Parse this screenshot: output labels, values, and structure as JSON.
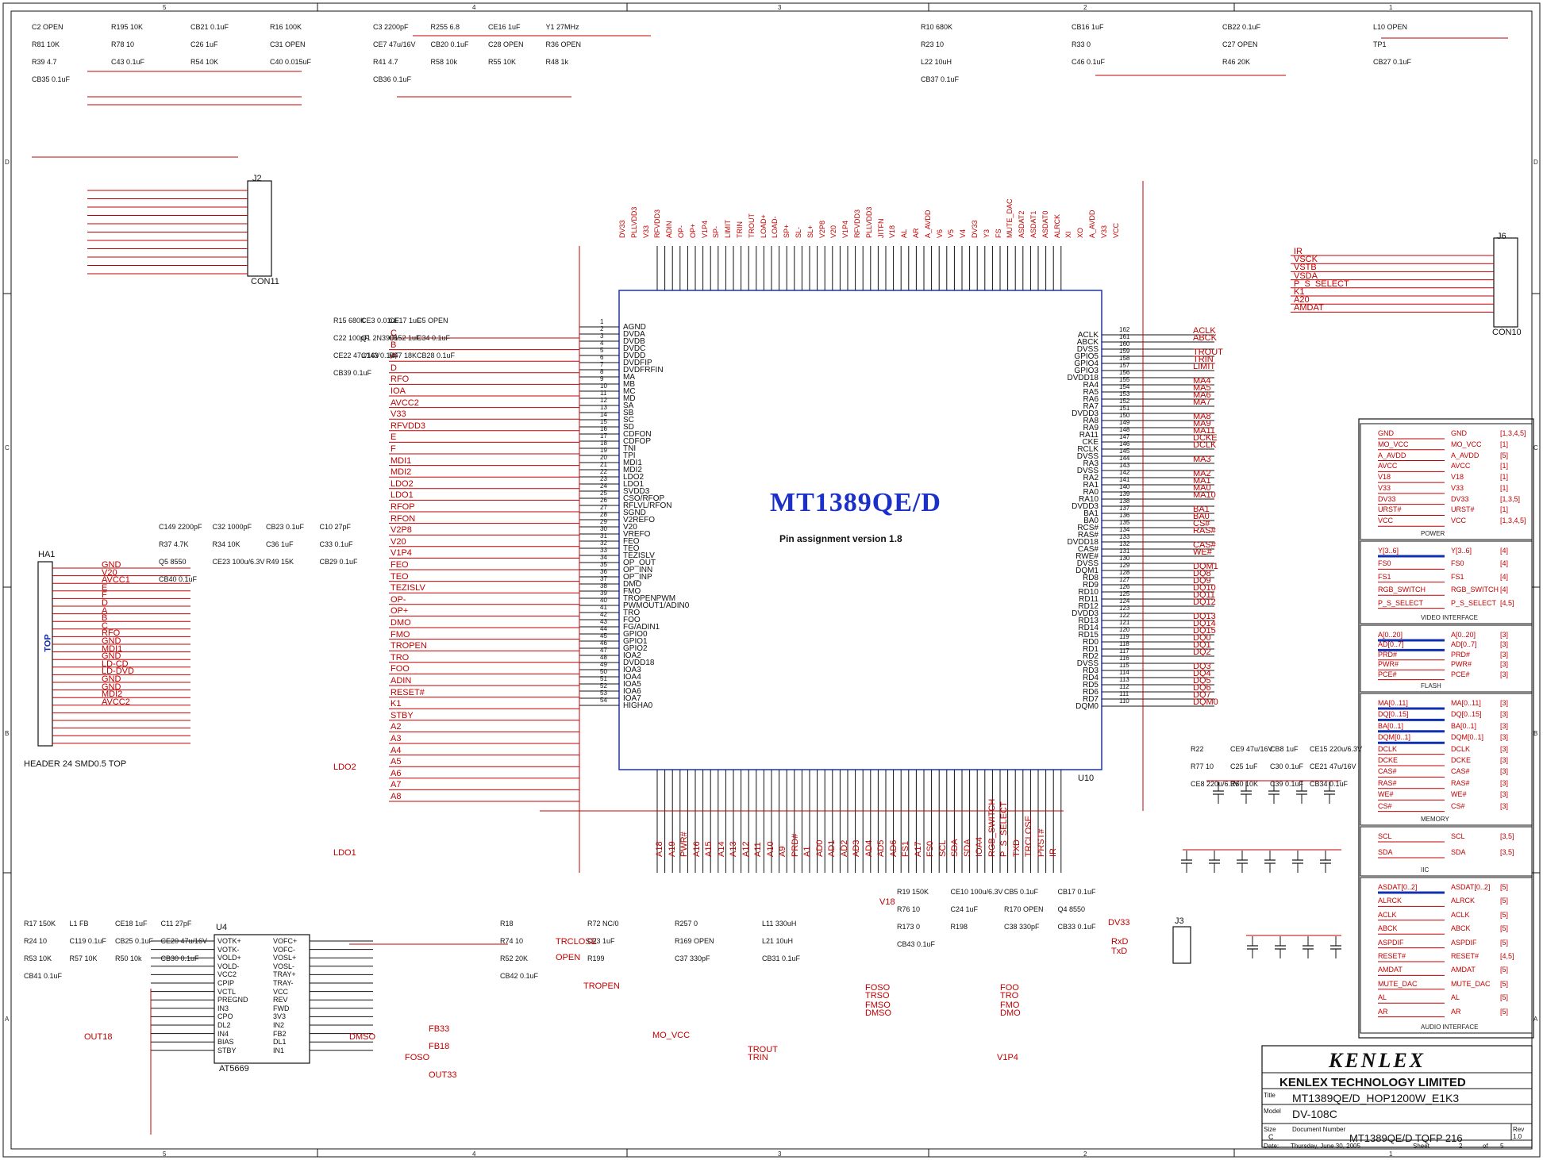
{
  "colors": {
    "wire": "#c00000",
    "ink": "#111111",
    "chip": "#1a30c8",
    "bus": "#1030b0",
    "border": "#222222"
  },
  "chip": {
    "name": "MT1389QE/D",
    "subtitle": "Pin assignment version 1.8",
    "ref": "U10",
    "left_pins": [
      "AGND",
      "DVDA",
      "DVDB",
      "DVDC",
      "DVDD",
      "DVDFIP",
      "DVDFRFIN",
      "MA",
      "MB",
      "MC",
      "MD",
      "SA",
      "SB",
      "SC",
      "SD",
      "CDFON",
      "CDFOP",
      "TNI",
      "TPI",
      "MDI1",
      "MDI2",
      "LDO2",
      "LDO1",
      "SVDD3",
      "CSO/RFOP",
      "RFLVL/RFON",
      "SGND",
      "V2REFO",
      "V20",
      "VREFO",
      "FEO",
      "TEO",
      "TEZISLV",
      "OP_OUT",
      "OP_INN",
      "OP_INP",
      "DMO",
      "FMO",
      "TROPENPWM",
      "PWMOUT1/ADIN0",
      "TRO",
      "FOO",
      "FG/ADIN1",
      "GPIO0",
      "GPIO1",
      "GPIO2",
      "IOA2",
      "DVDD18",
      "IOA3",
      "IOA4",
      "IOA5",
      "IOA6",
      "IOA7",
      "HIGHA0"
    ],
    "right_pins": [
      "ACLK",
      "ABCK",
      "DVSS",
      "GPIO5",
      "GPIO4",
      "GPIO3",
      "DVDD18",
      "RA4",
      "RA5",
      "RA6",
      "RA7",
      "DVDD3",
      "RA8",
      "RA9",
      "RA11",
      "CKE",
      "RCLK",
      "DVSS",
      "RA3",
      "DVSS",
      "RA2",
      "RA1",
      "RA0",
      "RA10",
      "DVDD3",
      "BA1",
      "BA0",
      "RCS#",
      "RAS#",
      "DVDD18",
      "CAS#",
      "RWE#",
      "DVSS",
      "DQM1",
      "RD8",
      "RD9",
      "RD10",
      "RD11",
      "RD12",
      "DVDD3",
      "RD13",
      "RD14",
      "RD15",
      "RD0",
      "RD1",
      "RD2",
      "DVSS",
      "RD3",
      "RD4",
      "RD5",
      "RD6",
      "RD7",
      "DQM0"
    ],
    "right_nets": [
      "ACLK",
      "ABCK",
      "",
      "TROUT",
      "TRIN",
      "LIMIT",
      "",
      "MA4",
      "MA5",
      "MA6",
      "MA7",
      "",
      "MA8",
      "MA9",
      "MA11",
      "DCKE",
      "DCLK",
      "",
      "MA3",
      "",
      "MA2",
      "MA1",
      "MA0",
      "MA10",
      "",
      "BA1",
      "BA0",
      "CS#",
      "RAS#",
      "",
      "CAS#",
      "WE#",
      "",
      "DQM1",
      "DQ8",
      "DQ9",
      "DQ10",
      "DQ11",
      "DQ12",
      "",
      "DQ13",
      "DQ14",
      "DQ15",
      "DQ0",
      "DQ1",
      "DQ2",
      "",
      "DQ3",
      "DQ4",
      "DQ5",
      "DQ6",
      "DQ7",
      "DQM0"
    ]
  },
  "ics": {
    "driver": {
      "ref": "U4",
      "part": "AT5669",
      "left_pins": [
        "VOTK+",
        "VOTK-",
        "VOLD+",
        "VOLD-",
        "VCC2",
        "CPIP",
        "VCTL",
        "PREGND",
        "IN3",
        "CPO",
        "DL2",
        "IN4",
        "BIAS",
        "STBY"
      ],
      "right_pins": [
        "VOFC+",
        "VOFC-",
        "VOSL+",
        "VOSL-",
        "TRAY+",
        "TRAY-",
        "VCC",
        "REV",
        "FWD",
        "3V3",
        "IN2",
        "FB2",
        "DL1",
        "IN1"
      ]
    },
    "header": {
      "ref": "HA1",
      "label": "TOP",
      "caption": "HEADER 24 SMD0.5 TOP",
      "nets": [
        "GND",
        "V20",
        "AVCC1",
        "E",
        "F",
        "D",
        "A",
        "B",
        "C",
        "RFO",
        "GND",
        "MDI1",
        "GND",
        "LD-CD",
        "LD-DVD",
        "GND",
        "GND",
        "MDI2",
        "AVCC2",
        "",
        "",
        "",
        "",
        ""
      ]
    },
    "j2": {
      "ref": "J2",
      "part": "CON11"
    },
    "j6": {
      "ref": "J6",
      "part": "CON10"
    },
    "j3": {
      "ref": "J3"
    }
  },
  "nets": {
    "top": [
      "DV33",
      "PLLVDD3",
      "V33",
      "RFVDD3",
      "ADIN",
      "OP-",
      "OP+",
      "V1P4",
      "SP-",
      "LIMIT",
      "TRIN",
      "TROUT",
      "LOAD+",
      "LOAD-",
      "SP+",
      "SL-",
      "SL+",
      "V2P8",
      "V20",
      "V1P4",
      "RFVDD3",
      "PLLVDD3",
      "JITFN",
      "V18",
      "AL",
      "AR",
      "A_AVDD",
      "V6",
      "V5",
      "V4",
      "DV33",
      "Y3",
      "FS",
      "MUTE_DAC",
      "ASDAT2",
      "ASDAT1",
      "ASDAT0",
      "ALRCK",
      "XI",
      "XO",
      "A_AVDD",
      "V33",
      "VCC"
    ],
    "left": [
      "C",
      "B",
      "A",
      "D",
      "RFO",
      "IOA",
      "AVCC2",
      "V33",
      "RFVDD3",
      "E",
      "F",
      "MDI1",
      "MDI2",
      "LDO2",
      "LDO1",
      "RFOP",
      "RFON",
      "V2P8",
      "V20",
      "V1P4",
      "FEO",
      "TEO",
      "TEZISLV",
      "OP-",
      "OP+",
      "DMO",
      "FMO",
      "TROPEN",
      "TRO",
      "FOO",
      "ADIN",
      "RESET#",
      "K1",
      "STBY",
      "A2",
      "A3",
      "A4",
      "A5",
      "A6",
      "A7",
      "A8"
    ],
    "j6": [
      "IR",
      "VSCK",
      "VSTB",
      "VSDA",
      "P_S_SELECT",
      "K1",
      "A20",
      "AMDAT"
    ],
    "bottom_nets": [
      "A18",
      "A19",
      "PWR#",
      "A16",
      "A15",
      "A14",
      "A13",
      "A12",
      "A11",
      "A10",
      "A9",
      "PRD#",
      "A1",
      "AD0",
      "AD1",
      "AD2",
      "AD3",
      "AD4",
      "AD5",
      "AD6",
      "FS1",
      "A17",
      "FS0",
      "SCL",
      "SDA",
      "SDA",
      "IOA4",
      "RGB_SWITCH",
      "P_S_SELECT",
      "TXD",
      "TRCLOSE",
      "PRST#",
      "IR"
    ],
    "misc": [
      "TRCLOSE",
      "OPEN",
      "TROPEN",
      "FOSO",
      "TRSO",
      "FMSO",
      "DMSO",
      "FOO",
      "TRO",
      "FMO",
      "DMO",
      "TROUT",
      "TRIN",
      "OUT18",
      "FB33",
      "DMSO",
      "FB18",
      "OUT33",
      "FOSO",
      "MO_VCC",
      "LDO2",
      "LDO1",
      "RxD",
      "TxD",
      "V18",
      "DV33",
      "V1P4"
    ]
  },
  "components": [
    "C2 OPEN",
    "C3 2200pF",
    "R10 680K",
    "R15 680K",
    "C149 2200pF",
    "R17 150K",
    "R18",
    "R19 150K",
    "R22",
    "R195 10K",
    "R255 6.8",
    "CB16 1uF",
    "CE3 0.01uF",
    "C32 1000pF",
    "L1 FB",
    "R72 NC/0",
    "CE10 100u/6.3V",
    "CE9 47u/16V",
    "CB21 0.1uF",
    "CE16 1uF",
    "CB22 0.1uF",
    "CE17 1uF",
    "CB23 0.1uF",
    "CE18 1uF",
    "R257 0",
    "CB5 0.1uF",
    "CB8 1uF",
    "R16 100K",
    "Y1 27MHz",
    "L10 OPEN",
    "C5 OPEN",
    "C10 27pF",
    "C11 27pF",
    "L11 330uH",
    "CB17 0.1uF",
    "CE15 220u/6.3V",
    "R81 10K",
    "CE7 47u/16V",
    "R23 10",
    "C22 100pF",
    "R37 4.7K",
    "R24 10",
    "R74 10",
    "R76 10",
    "R77 10",
    "R78 10",
    "CB20 0.1uF",
    "R33 0",
    "Q1 2N3906",
    "R34 10K",
    "C119 0.1uF",
    "C23 1uF",
    "C24 1uF",
    "C25 1uF",
    "C26 1uF",
    "C28 OPEN",
    "C27 OPEN",
    "C152 1uF",
    "C36 1uF",
    "CB25 0.1uF",
    "R169 OPEN",
    "R170 OPEN",
    "C30 0.1uF",
    "C31 OPEN",
    "R36 OPEN",
    "TP1",
    "C34 0.1uF",
    "C33 0.1uF",
    "CE20 47u/16V",
    "L21 10uH",
    "Q4 8550",
    "CE21 47u/16V",
    "R39 4.7",
    "R41 4.7",
    "L22 10uH",
    "CE22 47u/16V",
    "Q5 8550",
    "R53 10K",
    "R52 20K",
    "R173 0",
    "CE8 220u/6.3V",
    "C43 0.1uF",
    "R58 10k",
    "C46 0.1uF",
    "C143 0.1uF",
    "CE23 100u/6.3V",
    "R57 10K",
    "R199",
    "R198",
    "R60 10K",
    "R54 10K",
    "R55 10K",
    "R46 20K",
    "R47 18K",
    "R49 15K",
    "R50 10k",
    "C37 330pF",
    "C38 330pF",
    "C39 0.1uF",
    "C40 0.015uF",
    "R48 1k",
    "CB27 0.1uF",
    "CB28 0.1uF",
    "CB29 0.1uF",
    "CB30 0.1uF",
    "CB31 0.1uF",
    "CB33 0.1uF",
    "CB34 0.1uF",
    "CB35 0.1uF",
    "CB36 0.1uF",
    "CB37 0.1uF",
    "CB39 0.1uF",
    "CB40 0.1uF",
    "CB41 0.1uF",
    "CB42 0.1uF",
    "CB43 0.1uF"
  ],
  "index": {
    "power": {
      "title": "POWER",
      "rows": [
        [
          "GND",
          "GND",
          "[1,3,4,5]"
        ],
        [
          "MO_VCC",
          "MO_VCC",
          "[1]"
        ],
        [
          "A_AVDD",
          "A_AVDD",
          "[5]"
        ],
        [
          "AVCC",
          "AVCC",
          "[1]"
        ],
        [
          "V18",
          "V18",
          "[1]"
        ],
        [
          "V33",
          "V33",
          "[1]"
        ],
        [
          "DV33",
          "DV33",
          "[1,3,5]"
        ],
        [
          "URST#",
          "URST#",
          "[1]"
        ],
        [
          "VCC",
          "VCC",
          "[1,3,4,5]"
        ]
      ]
    },
    "video": {
      "title": "VIDEO INTERFACE",
      "rows": [
        [
          "Y[3..6]",
          "Y[3..6]",
          "[4]"
        ],
        [
          "FS0",
          "FS0",
          "[4]"
        ],
        [
          "FS1",
          "FS1",
          "[4]"
        ],
        [
          "RGB_SWITCH",
          "RGB_SWITCH",
          "[4]"
        ],
        [
          "P_S_SELECT",
          "P_S_SELECT",
          "[4,5]"
        ]
      ]
    },
    "flash": {
      "title": "FLASH",
      "rows": [
        [
          "A[0..20]",
          "A[0..20]",
          "[3]"
        ],
        [
          "AD[0..7]",
          "AD[0..7]",
          "[3]"
        ],
        [
          "PRD#",
          "PRD#",
          "[3]"
        ],
        [
          "PWR#",
          "PWR#",
          "[3]"
        ],
        [
          "PCE#",
          "PCE#",
          "[3]"
        ]
      ]
    },
    "memory": {
      "title": "MEMORY",
      "rows": [
        [
          "MA[0..11]",
          "MA[0..11]",
          "[3]"
        ],
        [
          "DQ[0..15]",
          "DQ[0..15]",
          "[3]"
        ],
        [
          "BA[0..1]",
          "BA[0..1]",
          "[3]"
        ],
        [
          "DQM[0..1]",
          "DQM[0..1]",
          "[3]"
        ],
        [
          "DCLK",
          "DCLK",
          "[3]"
        ],
        [
          "DCKE",
          "DCKE",
          "[3]"
        ],
        [
          "CAS#",
          "CAS#",
          "[3]"
        ],
        [
          "RAS#",
          "RAS#",
          "[3]"
        ],
        [
          "WE#",
          "WE#",
          "[3]"
        ],
        [
          "CS#",
          "CS#",
          "[3]"
        ]
      ]
    },
    "iic": {
      "title": "IIC",
      "rows": [
        [
          "SCL",
          "SCL",
          "[3,5]"
        ],
        [
          "SDA",
          "SDA",
          "[3,5]"
        ]
      ]
    },
    "audio": {
      "title": "AUDIO INTERFACE",
      "rows": [
        [
          "ASDAT[0..2]",
          "ASDAT[0..2]",
          "[5]"
        ],
        [
          "ALRCK",
          "ALRCK",
          "[5]"
        ],
        [
          "ACLK",
          "ACLK",
          "[5]"
        ],
        [
          "ABCK",
          "ABCK",
          "[5]"
        ],
        [
          "ASPDIF",
          "ASPDIF",
          "[5]"
        ],
        [
          "RESET#",
          "RESET#",
          "[4,5]"
        ],
        [
          "AMDAT",
          "AMDAT",
          "[5]"
        ],
        [
          "MUTE_DAC",
          "MUTE_DAC",
          "[5]"
        ],
        [
          "AL",
          "AL",
          "[5]"
        ],
        [
          "AR",
          "AR",
          "[5]"
        ]
      ]
    }
  },
  "title_block": {
    "logo": "KENLEX",
    "company": "KENLEX TECHNOLOGY LIMITED",
    "title_label": "Title",
    "title": "MT1389QE/D_HOP1200W_E1K3",
    "model_label": "Model",
    "model": "DV-108C",
    "size_label": "Size",
    "size": "C",
    "docnum_label": "Document Number",
    "docnum": "MT1389QE/D TQFP 216",
    "rev_label": "Rev",
    "rev": "1.0",
    "date_label": "Date:",
    "date": "Thursday, June 30, 2005",
    "sheet_label": "Sheet",
    "sheet": "2",
    "of_label": "of",
    "of": "5"
  },
  "border": {
    "cols": [
      "5",
      "4",
      "3",
      "2",
      "1"
    ],
    "rows": [
      "D",
      "C",
      "B",
      "A"
    ]
  }
}
